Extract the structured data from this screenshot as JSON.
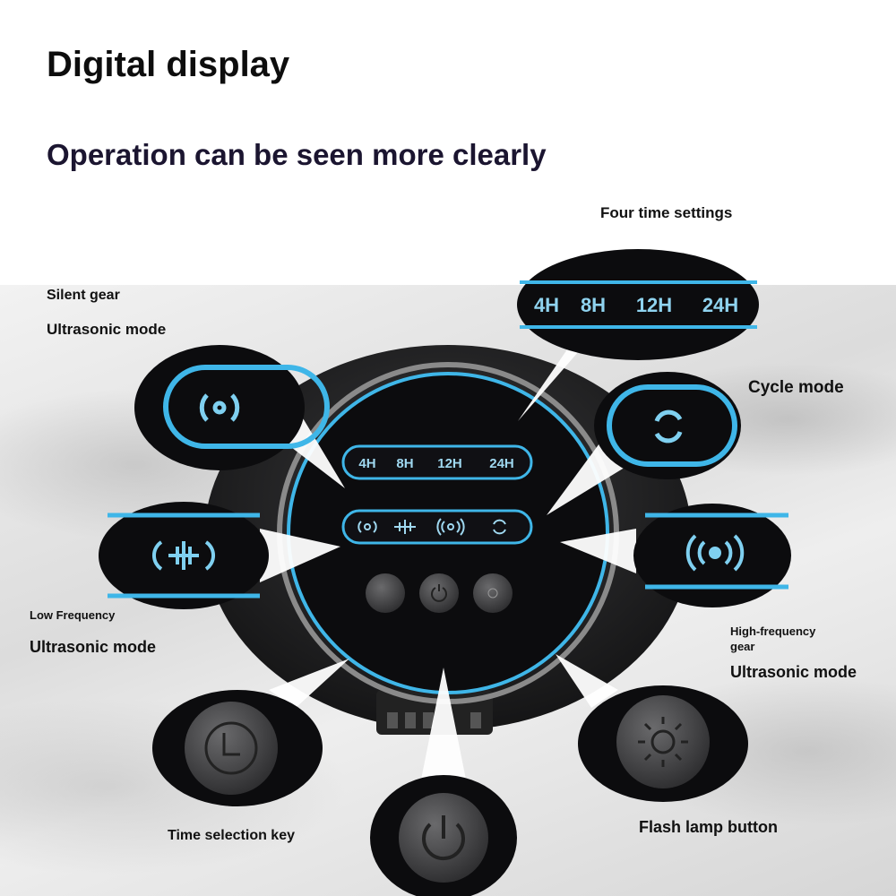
{
  "header": {
    "title": "Digital display",
    "subtitle": "Operation can be seen more clearly"
  },
  "labels": {
    "four_time_settings": "Four time settings",
    "silent_gear": "Silent gear",
    "silent_ultrasonic": "Ultrasonic mode",
    "cycle_mode": "Cycle mode",
    "low_frequency": "Low Frequency",
    "low_ultrasonic": "Ultrasonic mode",
    "high_frequency": "High-frequency",
    "high_gear": "gear",
    "high_ultrasonic": "Ultrasonic mode",
    "time_selection_key": "Time selection key",
    "flash_lamp_button": "Flash lamp button"
  },
  "device": {
    "time_options": [
      "4H",
      "8H",
      "12H",
      "24H"
    ]
  },
  "colors": {
    "accent": "#3fb6e8",
    "device": "#1e1e20"
  }
}
